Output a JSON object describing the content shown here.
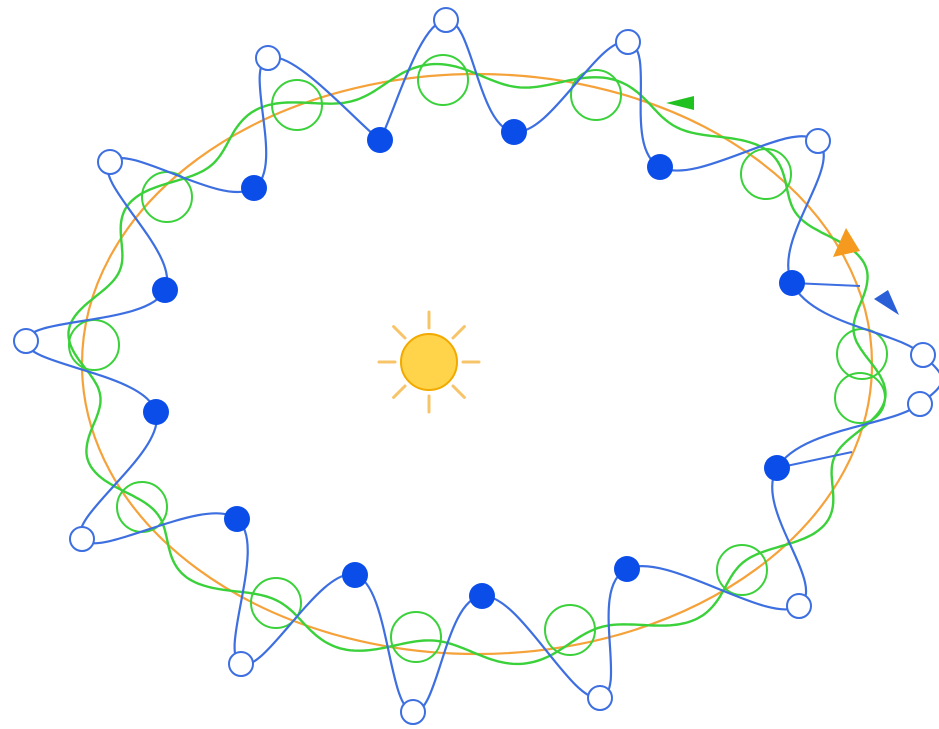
{
  "diagram": {
    "colors": {
      "background": "#ffffff",
      "orbit_orange": "#f5a23a",
      "epicycle_green": "#3bd13b",
      "path_blue": "#3d6fe0",
      "filled_blue": "#0a4de8",
      "sun_fill": "#ffd34a",
      "sun_stroke": "#f2a900",
      "sun_rays": "#f7c46a",
      "arrow_orange": "#f59a1f",
      "arrow_green": "#22c122",
      "arrow_blue": "#2a5fd8"
    },
    "icons": {
      "sun": "sun-icon",
      "filled_point": "filled-circle",
      "hollow_point": "hollow-circle",
      "epicycle": "hollow-circle",
      "direction": "arrowhead"
    }
  }
}
